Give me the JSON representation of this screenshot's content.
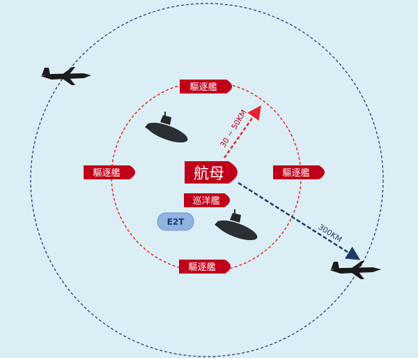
{
  "carrier": {
    "label": "航母"
  },
  "cruiser": {
    "label": "巡洋艦"
  },
  "destroyers": {
    "top": "驅逐艦",
    "left": "驅逐艦",
    "right": "驅逐艦",
    "bottom": "驅逐艦"
  },
  "aircraft": {
    "e2t": "E2T"
  },
  "ranges": {
    "inner": "30 ~ 50KM",
    "outer": "300KM"
  },
  "colors": {
    "background": "#dceef5",
    "ship_red": "#c0001a",
    "inner_ring": "#e8232b",
    "outer_ring": "#1f3b6b",
    "e2t_fill": "#8fb4e3"
  }
}
